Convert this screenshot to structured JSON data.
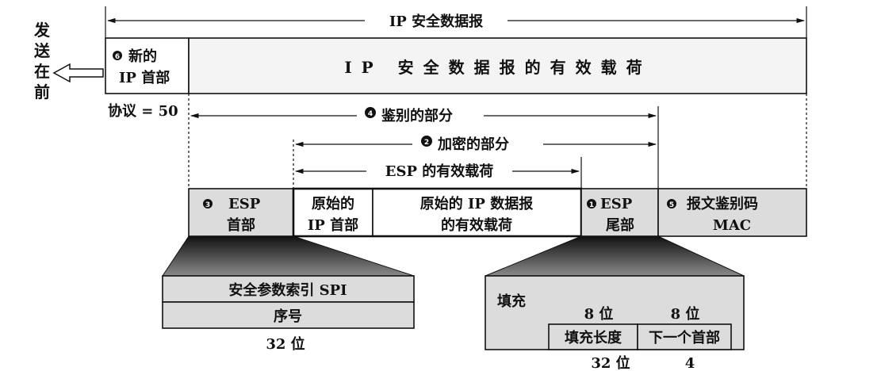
{
  "top_span_label": "IP 安全数据报",
  "send_label": [
    "发",
    "送",
    "在",
    "前"
  ],
  "new_header": {
    "num": "6",
    "line1": "新的",
    "line2": "IP 首部"
  },
  "payload_label": "IP 安全数据报的有效载荷",
  "protocol_label": "协议 = 50",
  "auth_span": {
    "num": "4",
    "label": "鉴别的部分"
  },
  "enc_span": {
    "num": "2",
    "label": "加密的部分"
  },
  "esp_payload_span": "ESP 的有效载荷",
  "esp_header": {
    "num": "3",
    "line1": "ESP",
    "line2": "首部"
  },
  "orig_ip_header": {
    "line1": "原始的",
    "line2": "IP 首部"
  },
  "orig_payload": {
    "line1": "原始的 IP 数据报",
    "line2": "的有效载荷"
  },
  "esp_trailer": {
    "num": "1",
    "line1": "ESP",
    "line2": "尾部"
  },
  "mac": {
    "num": "5",
    "line1": "报文鉴别码",
    "line2": "MAC"
  },
  "header_detail": {
    "row1": "安全参数索引 SPI",
    "row2": "序号",
    "width": "32 位"
  },
  "trailer_detail": {
    "fill": "填充",
    "bits1": "8 位",
    "bits2": "8 位",
    "pad_len": "填充长度",
    "next_header": "下一个首部",
    "width": "32 位",
    "width2": "4"
  }
}
